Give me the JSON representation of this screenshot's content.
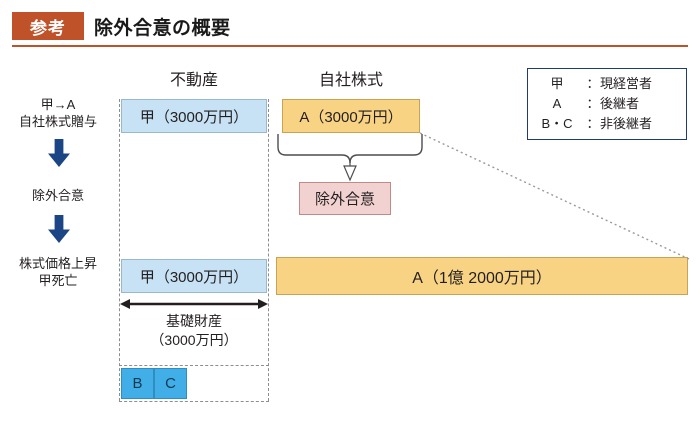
{
  "header": {
    "badge": "参考",
    "title": "除外合意の概要",
    "badge_color": "#c0522a",
    "rule_color": "#c0522a"
  },
  "columns": {
    "real_estate_title": "不動産",
    "shares_title": "自社株式"
  },
  "stages": [
    {
      "name": "stage-gift",
      "line1": "甲→A",
      "line2": "自社株式贈与"
    },
    {
      "name": "stage-exclusion-agreement",
      "line1": "除外合意",
      "line2": ""
    },
    {
      "name": "stage-price-rise-death",
      "line1": "株式価格上昇",
      "line2": "甲死亡"
    }
  ],
  "boxes": {
    "real_estate_top": "甲（3000万円）",
    "shares_top": "A（3000万円）",
    "exclusion": "除外合意",
    "real_estate_bottom": "甲（3000万円）",
    "shares_bottom": "A（1億 2000万円）"
  },
  "measure": {
    "caption_line1": "基礎財産",
    "caption_line2": "（3000万円）"
  },
  "heirs": [
    {
      "name": "heir-b",
      "label": "B"
    },
    {
      "name": "heir-c",
      "label": "C"
    }
  ],
  "legend": {
    "rows": [
      {
        "key": "甲",
        "sep": "：",
        "value": "現経営者"
      },
      {
        "key": "A",
        "sep": "：",
        "value": "後継者"
      },
      {
        "key": "B・C",
        "sep": "：",
        "value": "非後継者"
      }
    ]
  },
  "colors": {
    "accent_orange": "#c0522a",
    "box_blue_fill": "#c6e2f4",
    "box_orange_fill": "#f9d384",
    "box_pink_fill": "#f2d2d1",
    "heir_blue_fill": "#41aee8",
    "arrow_navy": "#1b4584",
    "legend_border": "#1f3b73"
  }
}
